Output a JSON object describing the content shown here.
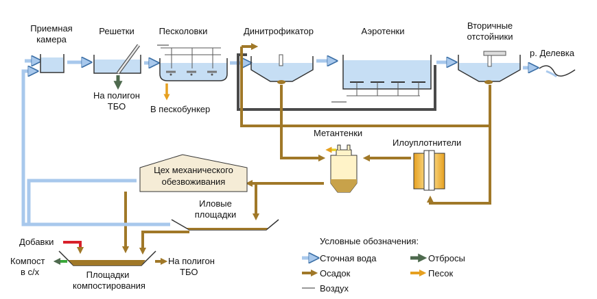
{
  "labels": {
    "reception_l1": "Приемная",
    "reception_l2": "камера",
    "screens": "Решетки",
    "sand_traps": "Песколовки",
    "denitrifier": "Динитрофикатор",
    "aerotanks": "Аэротенки",
    "secondary_l1": "Вторичные",
    "secondary_l2": "отстойники",
    "river": "р. Делевка",
    "landfill_l1": "На полигон",
    "landfill_l2": "ТБО",
    "sand_bunker": "В пескобункер",
    "digesters": "Метантенки",
    "thickeners": "Илоуплотнители",
    "dewatering_l1": "Цех механического",
    "dewatering_l2": "обезвоживания",
    "sludge_beds_l1": "Иловые",
    "sludge_beds_l2": "площадки",
    "additives": "Добавки",
    "compost_l1": "Компост",
    "compost_l2": "в с/х",
    "composting_l1": "Площадки",
    "composting_l2": "компостирования",
    "landfill2_l1": "На полигон",
    "landfill2_l2": "ТБО"
  },
  "legend": {
    "title": "Условные обозначения:",
    "wastewater": "Сточная вода",
    "sludge": "Осадок",
    "air": "Воздух",
    "waste": "Отбросы",
    "sand": "Песок"
  },
  "colors": {
    "wastewater": "#a8c8ec",
    "wastewater_edge": "#3a6ea5",
    "sludge": "#a07828",
    "sludge_dark": "#7a5218",
    "waste": "#4e6a4e",
    "sand": "#e6a020",
    "water_fill": "#c6def4",
    "tank_outline": "#333333",
    "red": "#d8202a",
    "green": "#3aa83a"
  }
}
